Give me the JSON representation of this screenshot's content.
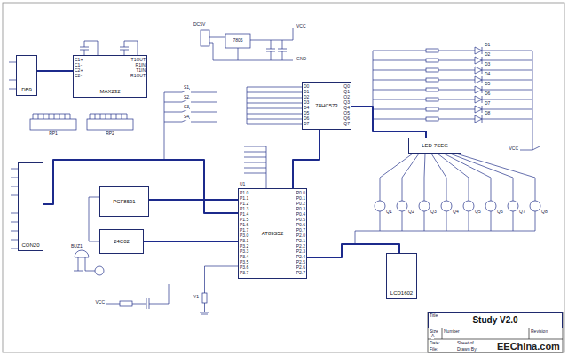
{
  "diagram": {
    "nodes": [
      {
        "text": [
          "DB9"
        ]
      },
      {
        "text": [
          "MAX232"
        ]
      },
      {
        "text": [
          "74HC573"
        ]
      },
      {
        "text": [
          "LED-7SEG"
        ]
      },
      {
        "text": [
          "CON20"
        ]
      },
      {
        "text": [
          "PCF8591"
        ]
      },
      {
        "text": [
          "AT89S52"
        ]
      },
      {
        "text": [
          "24C02"
        ]
      },
      {
        "text": [
          "LCD1602"
        ]
      },
      {
        "text": [
          "Study V2.0"
        ]
      }
    ],
    "edges": [
      {
        "from": 0,
        "to": 1,
        "arrow": "none"
      },
      {
        "from": 6,
        "to": 2,
        "arrow": "none"
      },
      {
        "from": 6,
        "to": 4,
        "arrow": "none"
      },
      {
        "from": 6,
        "to": 8,
        "arrow": "none"
      },
      {
        "from": 6,
        "to": 5,
        "arrow": "none"
      },
      {
        "from": 6,
        "to": 7,
        "arrow": "none"
      },
      {
        "from": 2,
        "to": 3,
        "arrow": "none"
      }
    ],
    "labels": [
      "P1.0",
      "P1.1",
      "P1.2",
      "P1.3",
      "P1.4",
      "P1.5",
      "P1.6",
      "P1.7",
      "P3.0",
      "P3.1",
      "P3.2",
      "P3.3",
      "P3.4",
      "P3.5",
      "P3.6",
      "P3.7",
      "P0.0",
      "P0.1",
      "P0.2",
      "P0.3",
      "P0.4",
      "P0.5",
      "P0.6",
      "P0.7",
      "P2.0",
      "P2.1",
      "P2.2",
      "P2.3",
      "P2.4",
      "P2.5",
      "P2.6",
      "P2.7",
      "U1",
      "Q1",
      "Q2",
      "Q3",
      "Q4",
      "Q5",
      "Q6",
      "Q7",
      "Q8",
      "D1",
      "D2",
      "D3",
      "D4",
      "D5",
      "D6",
      "D7",
      "D8",
      "RP1",
      "RP2",
      "S1",
      "S2",
      "S3",
      "S4",
      "Y1",
      "BUZ1",
      "VCC",
      "GND",
      "VCC",
      "VCC",
      "7805",
      "DC5V",
      "Title",
      "Size",
      "A",
      "Number",
      "Revision",
      "Date:",
      "File:",
      "Sheet of",
      "Drawn By:",
      "EEChina.com",
      "C1+",
      "C1-",
      "C2+",
      "C2-",
      "T1OUT",
      "R1IN",
      "T1IN",
      "R1OUT",
      "D0",
      "D1",
      "D2",
      "D3",
      "D4",
      "D5",
      "D6",
      "D7",
      "Q0",
      "Q1",
      "Q2",
      "Q3",
      "Q4",
      "Q5",
      "Q6",
      "Q7"
    ]
  }
}
